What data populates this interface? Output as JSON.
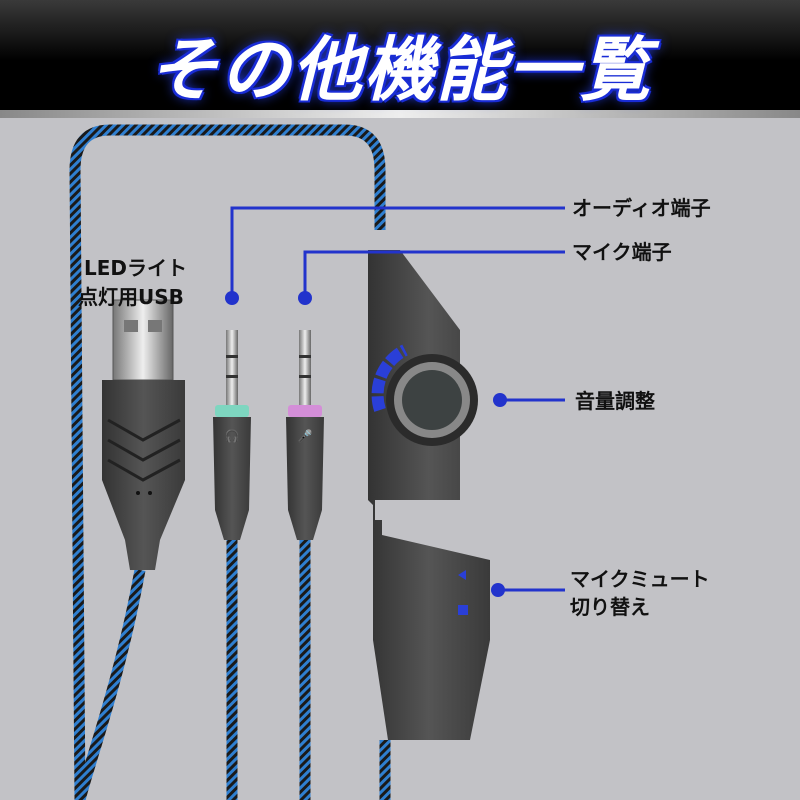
{
  "title": "その他機能一覧",
  "labels": {
    "usb_line1": "LEDライト",
    "usb_line2": "点灯用USB",
    "audio_jack": "オーディオ端子",
    "mic_jack": "マイク端子",
    "volume": "音量調整",
    "mute_line1": "マイクミュート",
    "mute_line2": "切り替え"
  },
  "colors": {
    "accent": "#2233cc",
    "cable": "#1f5fb0",
    "body": "#4a4a4a"
  }
}
